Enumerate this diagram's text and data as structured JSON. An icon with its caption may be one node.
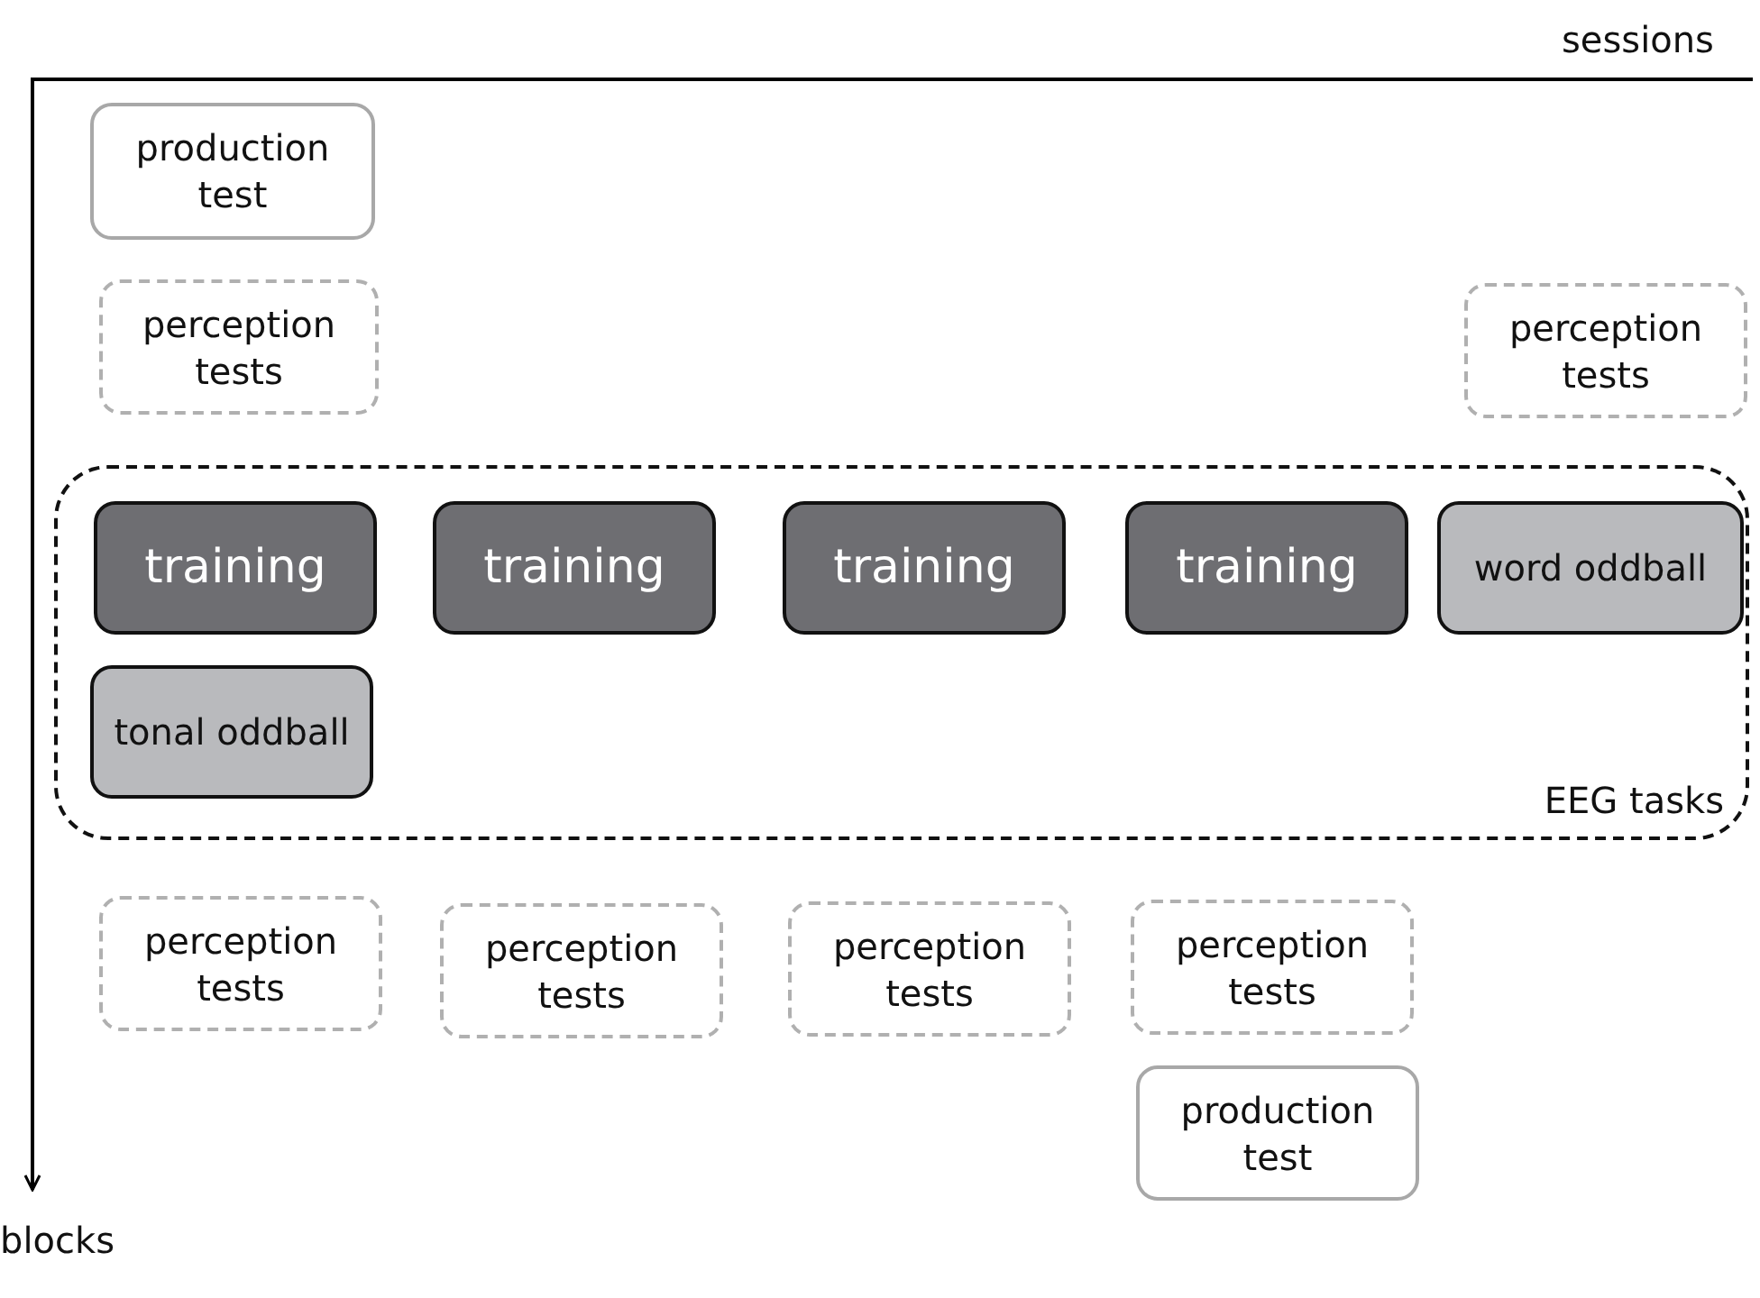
{
  "diagram": {
    "nodes": [
      {
        "text": [
          "production test"
        ]
      },
      {
        "text": [
          "perception tests"
        ]
      },
      {
        "text": [
          "perception tests"
        ]
      },
      {
        "text": [
          "EEG tasks"
        ]
      },
      {
        "text": [
          "training"
        ],
        "in": 3
      },
      {
        "text": [
          "training"
        ],
        "in": 3
      },
      {
        "text": [
          "training"
        ],
        "in": 3
      },
      {
        "text": [
          "training"
        ],
        "in": 3
      },
      {
        "text": [
          "word oddball"
        ],
        "in": 3
      },
      {
        "text": [
          "tonal oddball"
        ],
        "in": 3
      },
      {
        "text": [
          "perception tests"
        ]
      },
      {
        "text": [
          "perception tests"
        ]
      },
      {
        "text": [
          "perception tests"
        ]
      },
      {
        "text": [
          "perception tests"
        ]
      },
      {
        "text": [
          "production test"
        ]
      }
    ],
    "edges": [],
    "labels": [
      "sessions",
      "blocks"
    ]
  }
}
